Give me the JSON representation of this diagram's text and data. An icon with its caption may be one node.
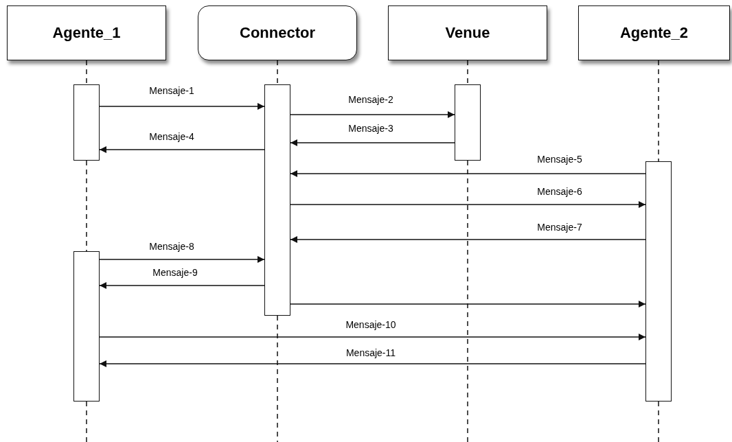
{
  "diagram": {
    "nodes": [
      {
        "text": [
          "Agente_1"
        ]
      },
      {
        "text": [
          "Connector"
        ]
      },
      {
        "text": [
          "Venue"
        ]
      },
      {
        "text": [
          "Agente_2"
        ]
      },
      {
        "text": [],
        "shape": "bar"
      },
      {
        "text": [],
        "shape": "bar"
      },
      {
        "text": [],
        "shape": "bar"
      },
      {
        "text": [],
        "shape": "bar"
      },
      {
        "text": [],
        "shape": "bar"
      }
    ],
    "edges": [
      {
        "from": 4,
        "to": 5,
        "arrow": "to",
        "label": "Mensaje-1"
      },
      {
        "from": 5,
        "to": 6,
        "arrow": "to",
        "label": "Mensaje-2"
      },
      {
        "from": 6,
        "to": 5,
        "arrow": "to",
        "label": "Mensaje-3"
      },
      {
        "from": 5,
        "to": 4,
        "arrow": "to",
        "label": "Mensaje-4"
      },
      {
        "from": 7,
        "to": 5,
        "arrow": "to",
        "label": "Mensaje-5"
      },
      {
        "from": 5,
        "to": 7,
        "arrow": "to",
        "label": "Mensaje-6"
      },
      {
        "from": 7,
        "to": 5,
        "arrow": "to",
        "label": "Mensaje-7"
      },
      {
        "from": 8,
        "to": 5,
        "arrow": "to",
        "label": "Mensaje-8"
      },
      {
        "from": 5,
        "to": 8,
        "arrow": "to",
        "label": "Mensaje-9"
      },
      {
        "from": 5,
        "to": 7,
        "arrow": "to"
      },
      {
        "from": 8,
        "to": 7,
        "arrow": "to",
        "label": "Mensaje-10"
      },
      {
        "from": 7,
        "to": 8,
        "arrow": "to",
        "label": "Mensaje-11"
      },
      {
        "from": 0,
        "to": 4,
        "arrow": "none",
        "style": "dashed"
      },
      {
        "from": 4,
        "to": 8,
        "arrow": "none",
        "style": "dashed"
      },
      {
        "from": 8,
        "to": null,
        "arrow": "none",
        "style": "dashed"
      },
      {
        "from": 1,
        "to": 5,
        "arrow": "none",
        "style": "dashed"
      },
      {
        "from": 5,
        "to": null,
        "arrow": "none",
        "style": "dashed"
      },
      {
        "from": 2,
        "to": 6,
        "arrow": "none",
        "style": "dashed"
      },
      {
        "from": 6,
        "to": null,
        "arrow": "none",
        "style": "dashed"
      },
      {
        "from": 3,
        "to": 7,
        "arrow": "none",
        "style": "dashed"
      },
      {
        "from": 7,
        "to": null,
        "arrow": "none",
        "style": "dashed"
      }
    ]
  }
}
